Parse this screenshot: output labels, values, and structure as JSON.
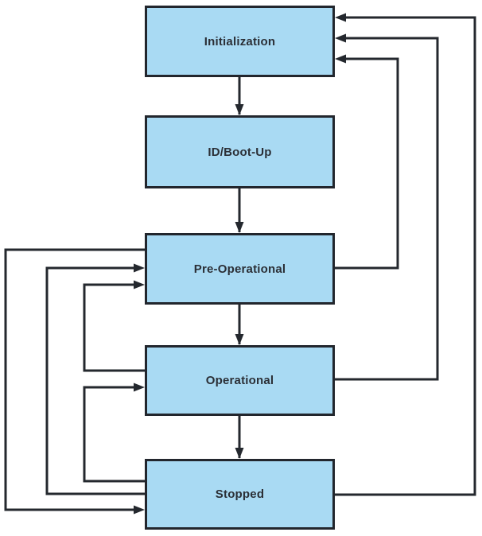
{
  "diagram": {
    "type": "state-diagram",
    "colors": {
      "background": "#ffffff",
      "node_fill": "#a9daf3",
      "node_border": "#22262d",
      "line": "#24282e",
      "text": "#2b2f36"
    },
    "nodes": [
      {
        "id": "initialization",
        "label": "Initialization"
      },
      {
        "id": "id-boot-up",
        "label": "ID/Boot-Up"
      },
      {
        "id": "pre-operational",
        "label": "Pre-Operational"
      },
      {
        "id": "operational",
        "label": "Operational"
      },
      {
        "id": "stopped",
        "label": "Stopped"
      }
    ],
    "edges": [
      {
        "from": "Initialization",
        "to": "ID/Boot-Up",
        "route": "center-down"
      },
      {
        "from": "ID/Boot-Up",
        "to": "Pre-Operational",
        "route": "center-down"
      },
      {
        "from": "Pre-Operational",
        "to": "Operational",
        "route": "center-down"
      },
      {
        "from": "Operational",
        "to": "Stopped",
        "route": "center-down"
      },
      {
        "from": "Pre-Operational",
        "to": "Stopped",
        "route": "left-outer"
      },
      {
        "from": "Stopped",
        "to": "Pre-Operational",
        "route": "left-middle"
      },
      {
        "from": "Operational",
        "to": "Pre-Operational",
        "route": "left-inner-upper"
      },
      {
        "from": "Stopped",
        "to": "Operational",
        "route": "left-inner-lower"
      },
      {
        "from": "Pre-Operational",
        "to": "Initialization",
        "route": "right-inner"
      },
      {
        "from": "Operational",
        "to": "Initialization",
        "route": "right-middle"
      },
      {
        "from": "Stopped",
        "to": "Initialization",
        "route": "right-outer"
      }
    ]
  }
}
